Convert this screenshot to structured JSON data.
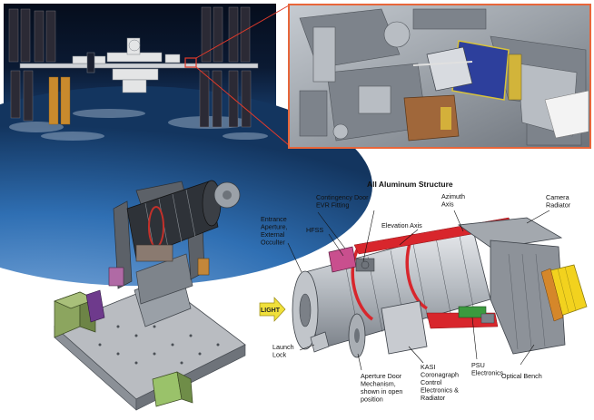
{
  "diagram": {
    "title": "All Aluminum Structure",
    "light_arrow": "LIGHT",
    "labels": {
      "entrance": [
        "Entrance",
        "Aperture,",
        "External",
        "Occulter"
      ],
      "contingency": [
        "Contingency Door",
        "EVR Fitting"
      ],
      "hfss": "HFSS",
      "elevation": "Elevation Axis",
      "azimuth": [
        "Azimuth",
        "Axis"
      ],
      "camera": [
        "Camera",
        "Radiator"
      ],
      "launch": [
        "Launch",
        "Lock"
      ],
      "aperture_door": [
        "Aperture Door",
        "Mechanism,",
        "shown in open",
        "position"
      ],
      "kasi": [
        "KASI",
        "Coronagraph",
        "Control",
        "Electronics &",
        "Radiator"
      ],
      "psu": [
        "PSU",
        "Electronics"
      ],
      "bench": "Optical Bench"
    }
  },
  "colors": {
    "space_bg": "#0b1a33",
    "earth": "#2f6fb3",
    "zoom_frame": "#e8663a",
    "cad_gray": "#8e9399",
    "detail_bg": "#a7adb4",
    "red_axis": "#d8262c",
    "radiator_gold": "#f2d21e",
    "magenta": "#c94f8e"
  }
}
